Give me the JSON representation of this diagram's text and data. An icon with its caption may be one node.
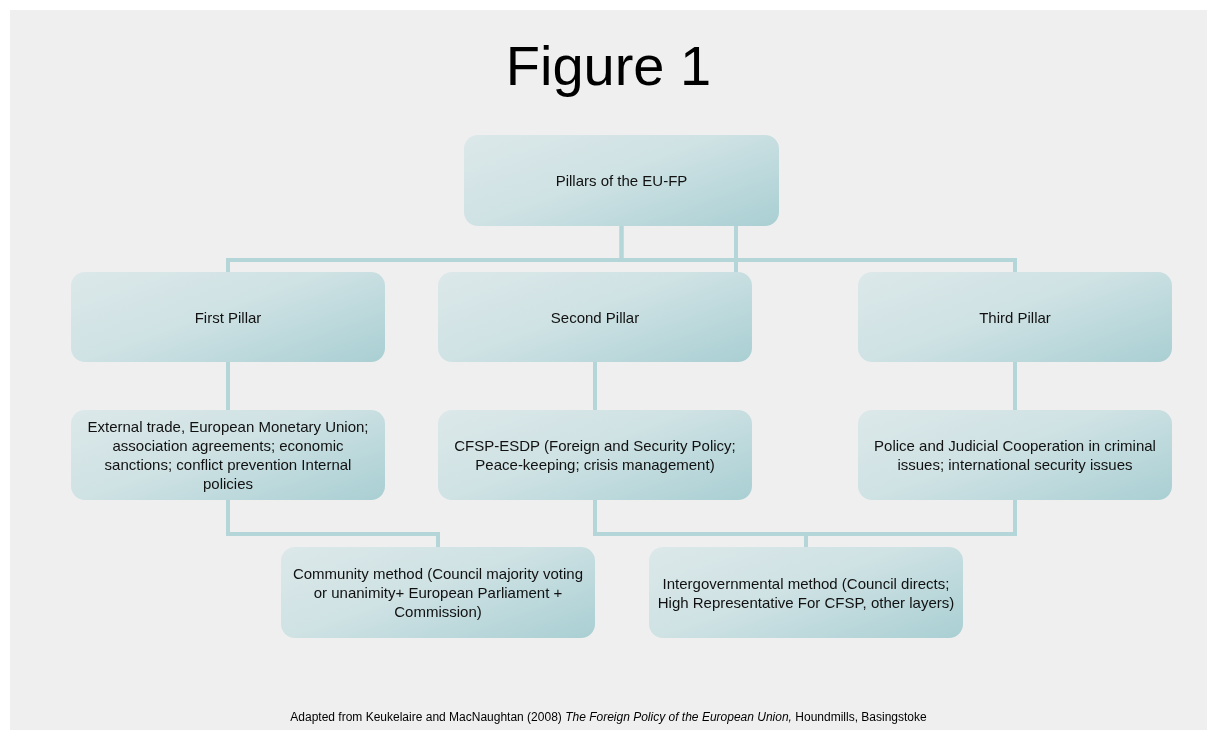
{
  "diagram": {
    "title": "Figure 1",
    "caption": "Adapted from Keukelaire and MacNaughtan (2008) *The Foreign Policy of the European Union,* Houndmills, Basingstoke",
    "nodes": [
      {
        "text": [
          "Pillars of the EU-FP"
        ]
      },
      {
        "text": [
          "First Pillar"
        ]
      },
      {
        "text": [
          "Second Pillar"
        ]
      },
      {
        "text": [
          "Third Pillar"
        ]
      },
      {
        "text": [
          "External trade, European Monetary Union; association agreements; economic sanctions; conflict prevention Internal policies"
        ]
      },
      {
        "text": [
          "CFSP-ESDP (Foreign and Security Policy; Peace-keeping; crisis management)"
        ]
      },
      {
        "text": [
          "Police and Judicial Cooperation in criminal issues; international security issues"
        ]
      },
      {
        "text": [
          "Community method (Council majority voting or unanimity+ European Parliament + Commission)"
        ]
      },
      {
        "text": [
          "Intergovernmental method (Council directs; High Representative For CFSP, other layers)"
        ]
      }
    ],
    "edges": [
      {
        "from": 0,
        "to": 1,
        "arrow": "none"
      },
      {
        "from": 0,
        "to": 2,
        "arrow": "none"
      },
      {
        "from": 0,
        "to": 3,
        "arrow": "none"
      },
      {
        "from": 1,
        "to": 4,
        "arrow": "none"
      },
      {
        "from": 2,
        "to": 5,
        "arrow": "none"
      },
      {
        "from": 3,
        "to": 6,
        "arrow": "none"
      },
      {
        "from": 4,
        "to": 7,
        "arrow": "none"
      },
      {
        "from": 5,
        "to": 8,
        "arrow": "none"
      },
      {
        "from": 6,
        "to": 8,
        "arrow": "none"
      }
    ]
  }
}
